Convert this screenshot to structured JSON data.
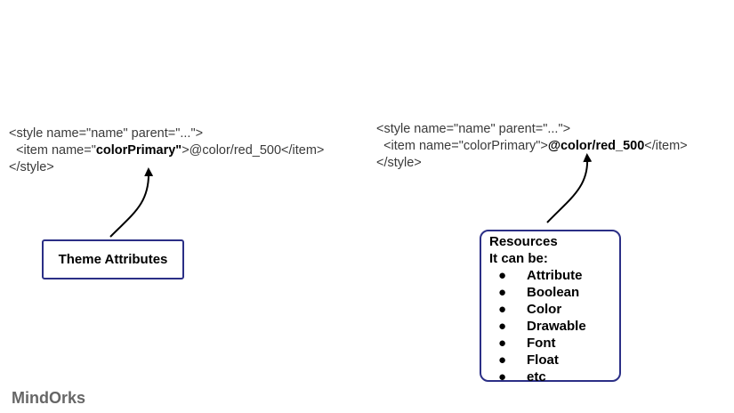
{
  "left_snippet": {
    "line1": "<style name=\"name\" parent=\"...\">",
    "line2_indent": "  ",
    "line2_pre": "<item name=\"",
    "line2_bold": "colorPrimary\"",
    "line2_post": ">@color/red_500</item>",
    "line3": "</style>"
  },
  "right_snippet": {
    "line1": "<style name=\"name\" parent=\"...\">",
    "line2_indent": "  ",
    "line2_pre": "<item name=\"colorPrimary\">",
    "line2_bold": "@color/red_500",
    "line2_post": "</item>",
    "line3": "</style>"
  },
  "theme_box": {
    "label": "Theme Attributes"
  },
  "resources_box": {
    "title": "Resources",
    "subtitle": "It can be:",
    "bullet": "●",
    "items": [
      "Attribute",
      "Boolean",
      "Color",
      "Drawable",
      "Font",
      "Float",
      "etc"
    ]
  },
  "footer": {
    "logo": "MindOrks"
  },
  "colors": {
    "box_border": "#2b2f86",
    "arrow": "#000000",
    "code_text": "#3a3a3a",
    "logo_text": "#666666"
  }
}
